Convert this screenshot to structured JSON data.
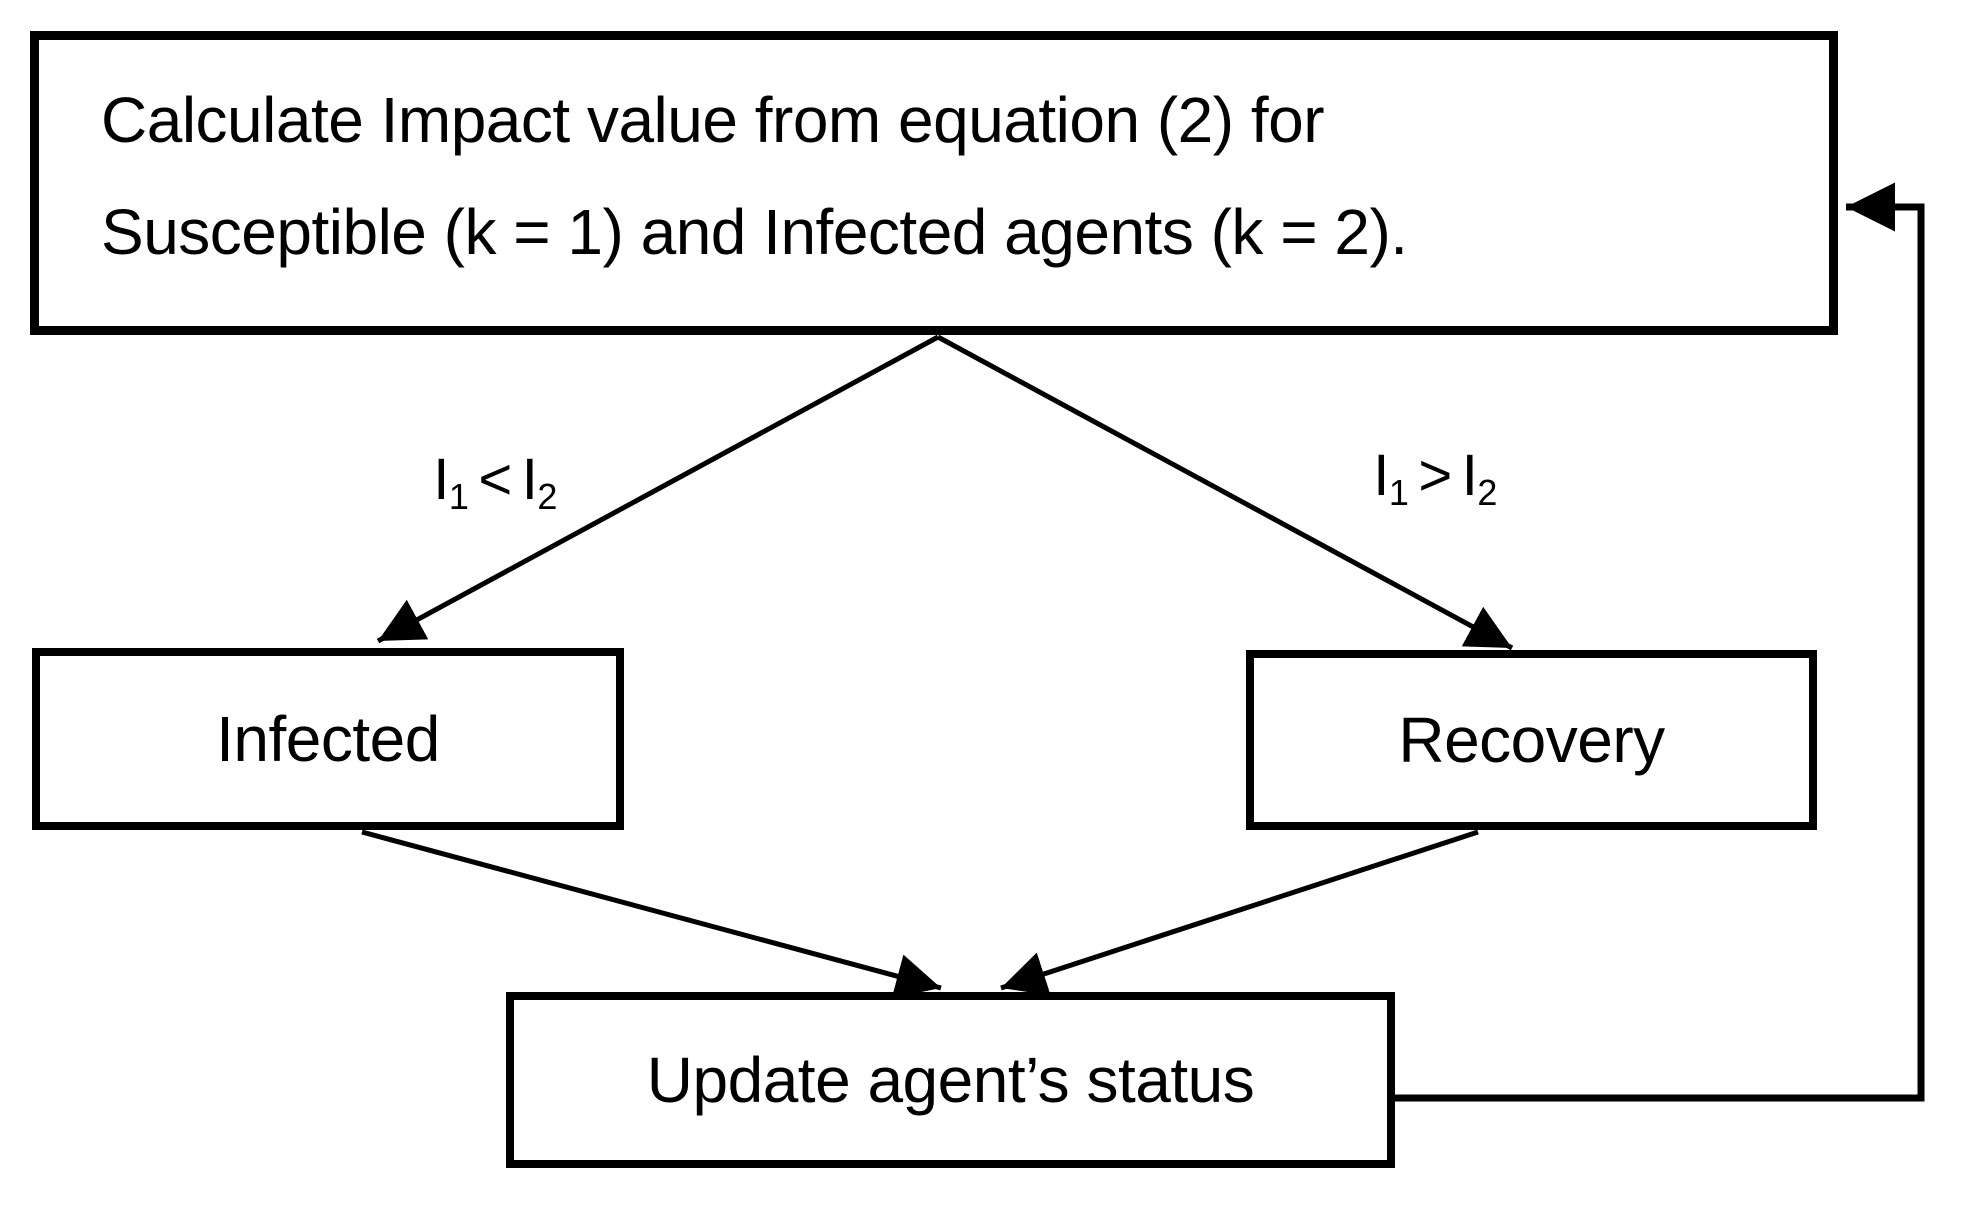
{
  "nodes": {
    "calculate": {
      "line1": "Calculate Impact value from equation (2) for",
      "line2": "Susceptible (k = 1) and Infected agents (k = 2)."
    },
    "infected": {
      "label": "Infected"
    },
    "recovery": {
      "label": "Recovery"
    },
    "update": {
      "label": "Update agent’s status"
    }
  },
  "edges": {
    "to_infected": {
      "base1": "I",
      "sub1": "1",
      "op": "<",
      "base2": "I",
      "sub2": "2"
    },
    "to_recovery": {
      "base1": "I",
      "sub1": "1",
      "op": ">",
      "base2": "I",
      "sub2": "2"
    }
  },
  "colors": {
    "ink": "#000000",
    "background": "#ffffff"
  }
}
